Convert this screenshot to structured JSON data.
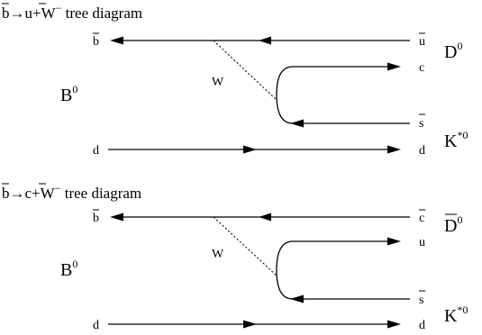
{
  "diagrams": [
    {
      "title_left": "b→u+W",
      "title_minus": "−",
      "title_right": " tree diagram",
      "parent_meson": "B",
      "parent_meson_sup": "0",
      "top_left_quark": "b",
      "top_right_quark": "u",
      "mid_right_quark": "c",
      "lower_right_quark": "s",
      "bottom_left_quark": "d",
      "bottom_right_quark": "d",
      "w_label": "W",
      "meson_top": "D",
      "meson_top_sup": "0",
      "meson_bottom": "K",
      "meson_bottom_sup": "*0"
    },
    {
      "title_left": "b→c+W",
      "title_minus": "−",
      "title_right": " tree diagram",
      "parent_meson": "B",
      "parent_meson_sup": "0",
      "top_left_quark": "b",
      "top_right_quark": "c",
      "mid_right_quark": "u",
      "lower_right_quark": "s",
      "bottom_left_quark": "d",
      "bottom_right_quark": "d",
      "w_label": "W",
      "meson_top": "D",
      "meson_top_sup": "0",
      "meson_bottom": "K",
      "meson_bottom_sup": "*0"
    }
  ]
}
